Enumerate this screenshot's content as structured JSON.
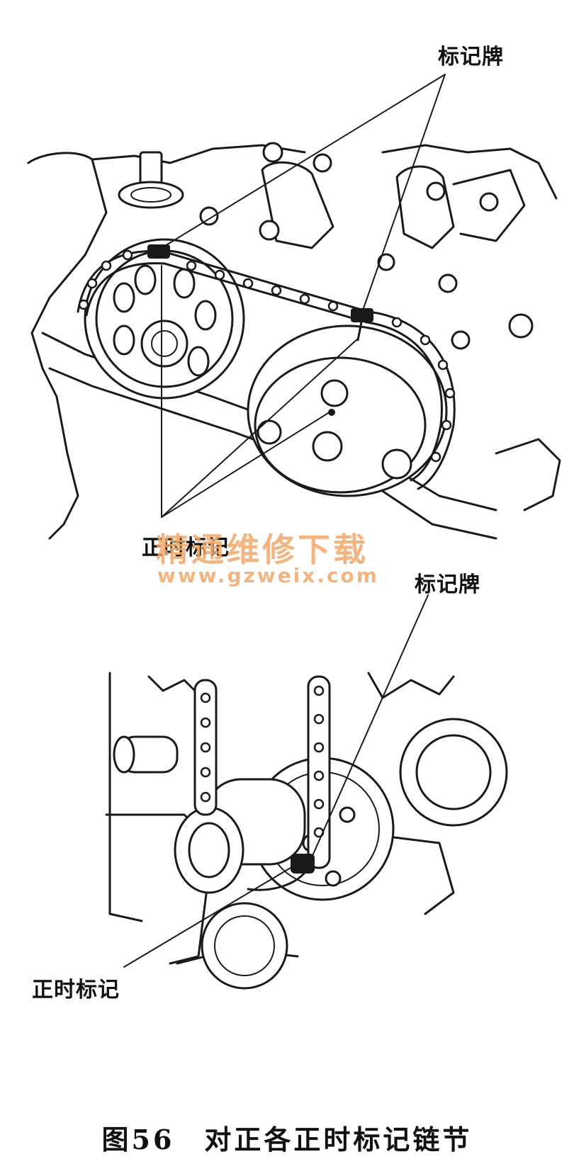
{
  "top_figure": {
    "label_plate": "标记牌",
    "label_timing": "正时标记"
  },
  "bottom_figure": {
    "label_plate": "标记牌",
    "label_timing": "正时标记"
  },
  "watermark": {
    "title": "精通维修下载",
    "url": "www.gzweix.com"
  },
  "caption": "图56　对正各正时标记链节",
  "colors": {
    "ink": "#1a1a1a",
    "watermark": "#f2a86a"
  }
}
